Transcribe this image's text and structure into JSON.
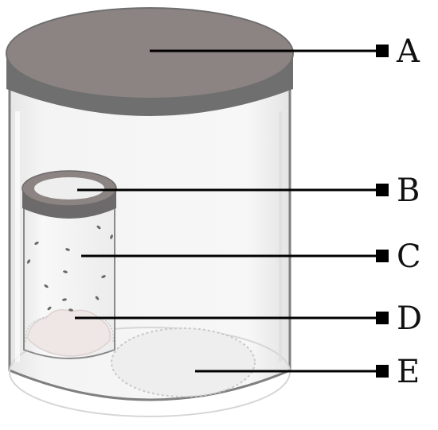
{
  "diagram": {
    "labels": {
      "a": "A",
      "b": "B",
      "c": "C",
      "d": "D",
      "e": "E"
    },
    "colors": {
      "lid_top": "#8c8482",
      "lid_rim": "#6f6f6f",
      "jar_outline": "#7f7f7f",
      "small_lid_band": "#6c6a6a",
      "small_lid_inner": "#eeeeee",
      "cotton": "#efe6e6",
      "callout_line": "#000000"
    }
  }
}
